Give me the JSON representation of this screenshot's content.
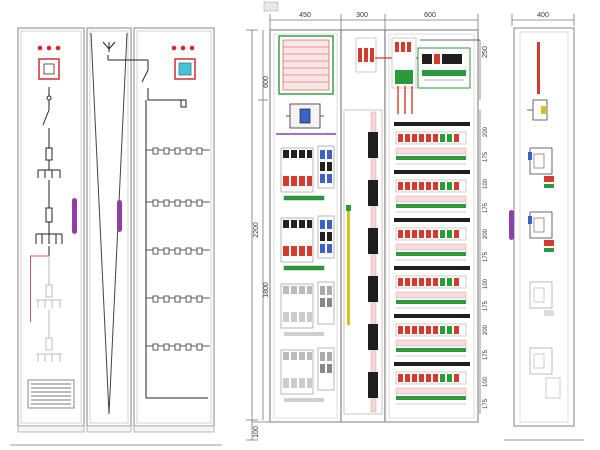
{
  "dimensions": {
    "top_left_cabinet": "450",
    "top_mid_cabinet": "300",
    "top_right_cabinet": "600",
    "side_view_width": "400",
    "total_height": "2200",
    "inner_height": "1800",
    "upper_space": "600",
    "base_height": "100",
    "right_rail_top": "250",
    "right_row_labels": [
      "200",
      "175",
      "100",
      "175",
      "200",
      "175",
      "100",
      "175",
      "200",
      "175",
      "100",
      "175"
    ]
  },
  "colors": {
    "frame": "#9a9a9a",
    "indicator_light": "#e0242c",
    "meter_frame": "#cc2222",
    "handle": "#8e3fa8",
    "terminal_green": "#2c9a3a",
    "breaker_red": "#d43b2d",
    "blue_module": "#3a63c8",
    "black_bus": "#1e1e1e",
    "yellow_rail": "#d6c21a",
    "cyan_meter": "#48c3d6"
  }
}
